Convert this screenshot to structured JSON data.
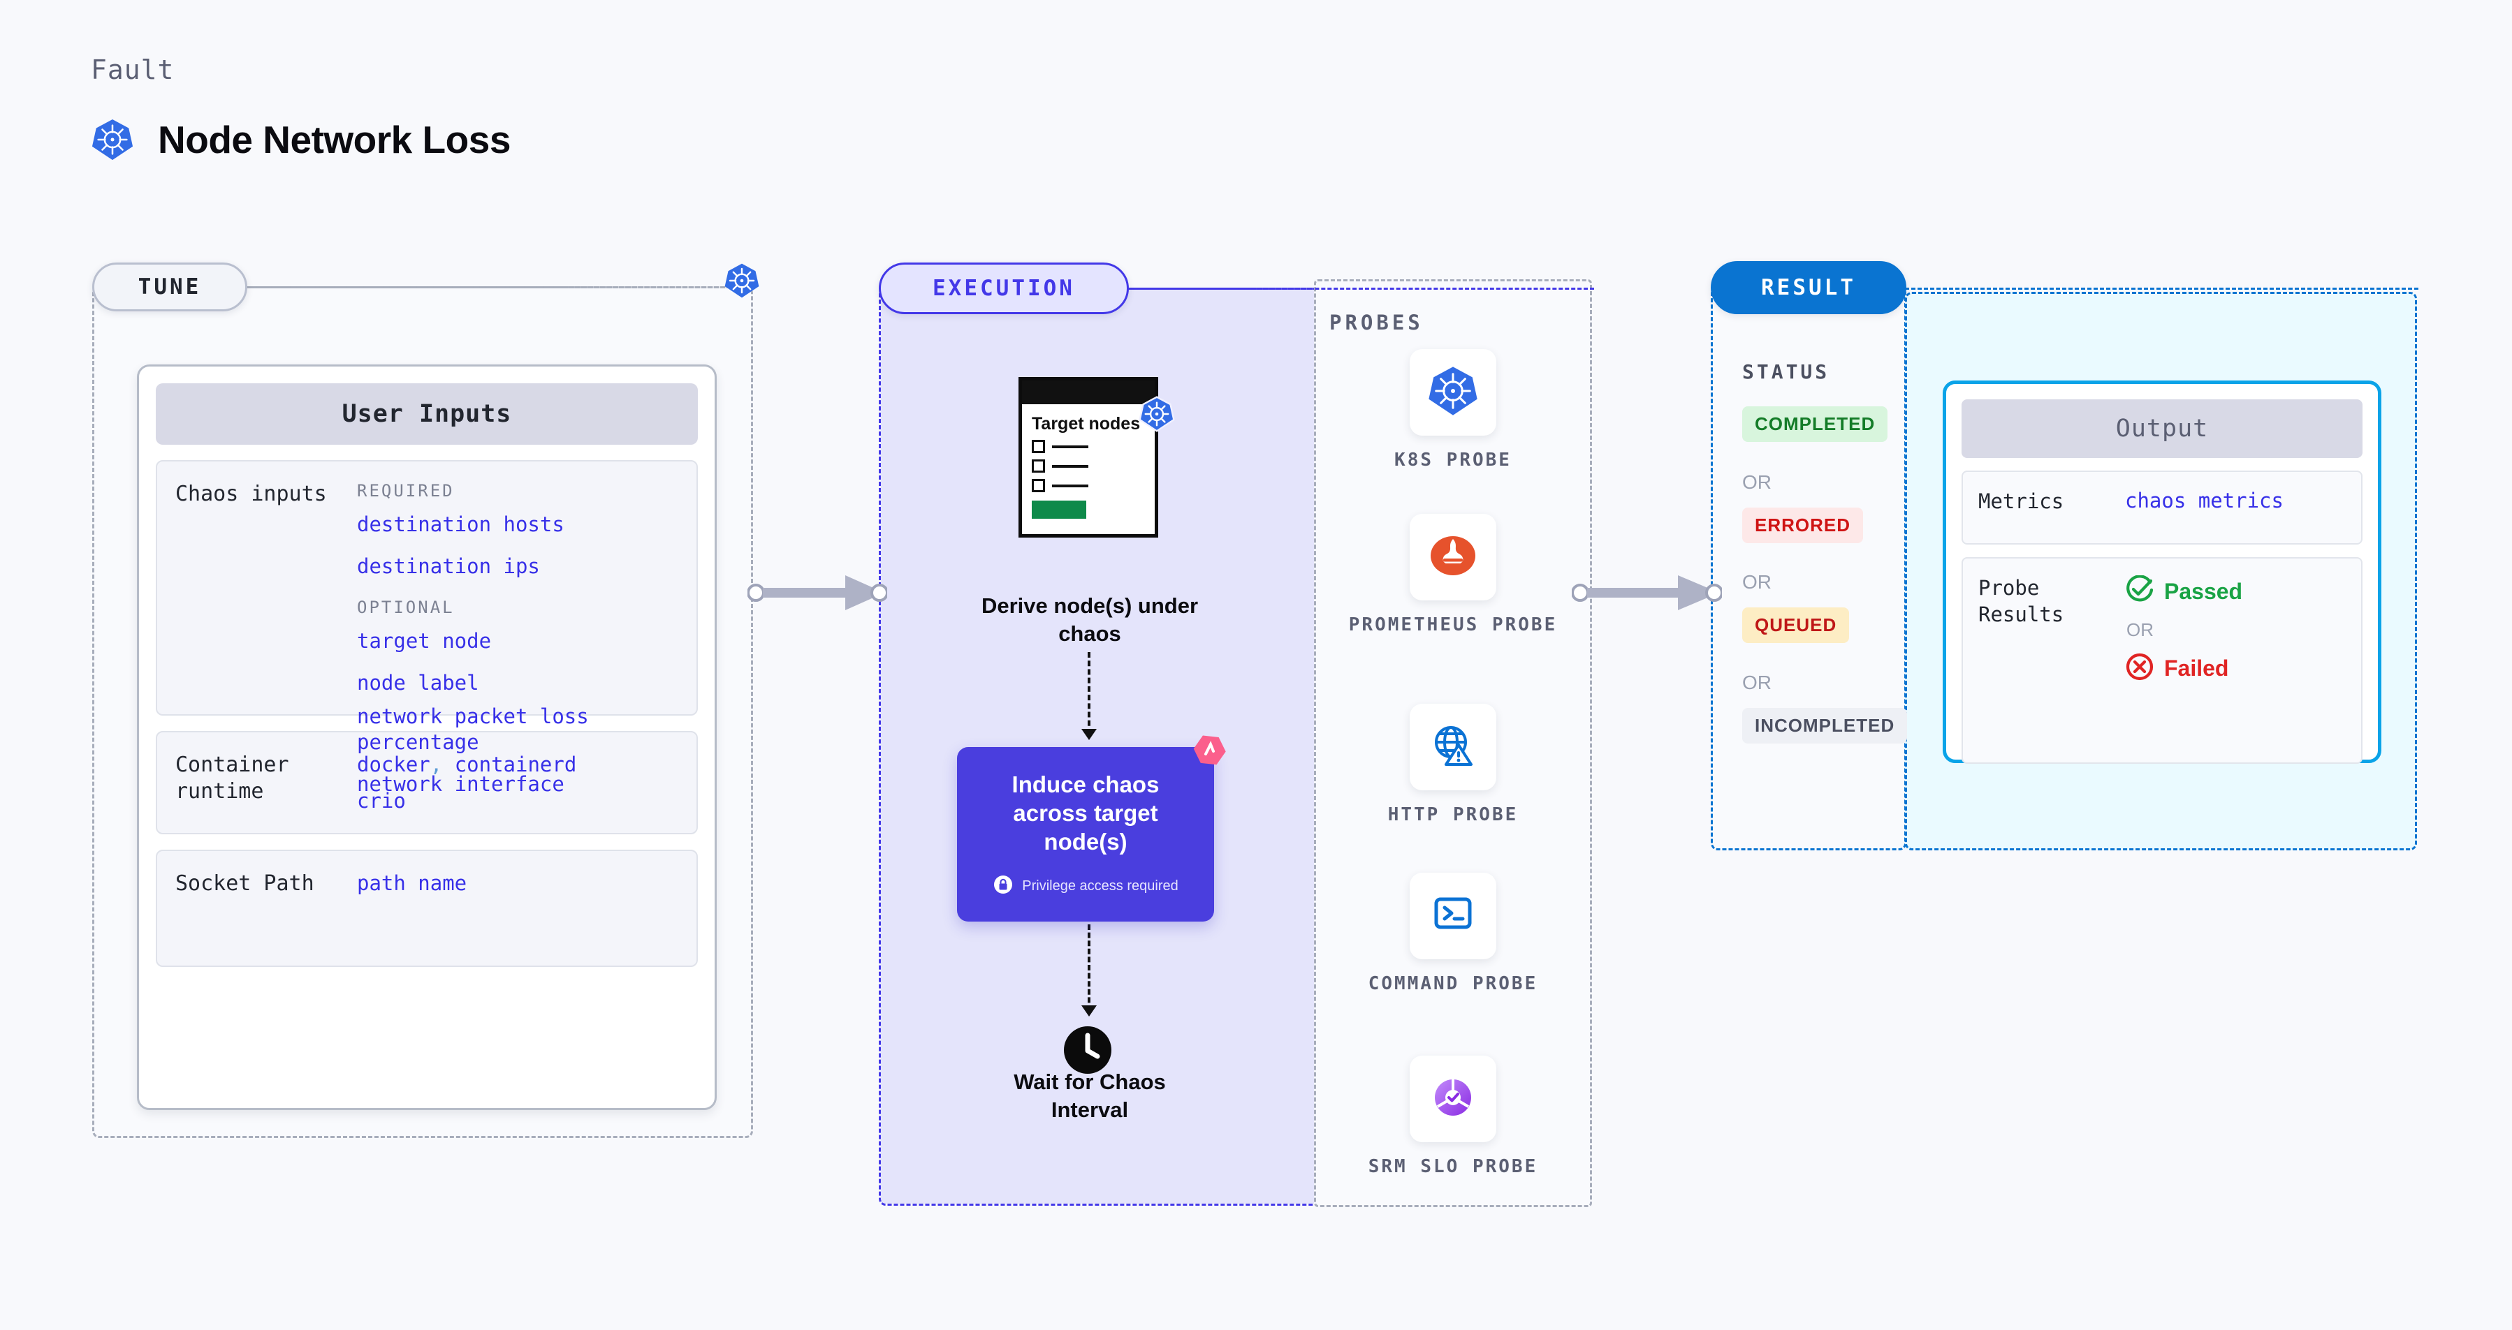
{
  "header": {
    "eyebrow": "Fault",
    "title": "Node Network Loss",
    "logo_icon": "kubernetes-icon"
  },
  "stages": {
    "tune": {
      "chip": "TUNE",
      "badge_icon": "kubernetes-icon"
    },
    "execution": {
      "chip": "EXECUTION"
    },
    "result": {
      "chip": "RESULT"
    }
  },
  "user_inputs": {
    "card_title": "User Inputs",
    "rows": [
      {
        "label": "Chaos inputs",
        "required_label": "REQUIRED",
        "required": [
          "destination hosts",
          "destination ips"
        ],
        "optional_label": "OPTIONAL",
        "optional": [
          "target node",
          "node label",
          "network packet loss percentage",
          "network interface"
        ]
      },
      {
        "label": "Container runtime",
        "values": [
          "docker",
          "containerd",
          "crio"
        ],
        "separator": ","
      },
      {
        "label": "Socket Path",
        "values": [
          "path name"
        ]
      }
    ]
  },
  "execution": {
    "node_card": {
      "title": "Target nodes",
      "badge_icon": "kubernetes-icon",
      "checklist_count": 3,
      "button_color": "#0e8a4a"
    },
    "step1_label": "Derive node(s) under chaos",
    "chaos_box": {
      "text": "Induce chaos across target node(s)",
      "privilege_note": "Privilege access required",
      "privilege_icon": "lock-icon",
      "corner_icon": "litmus-icon",
      "color": "#4a3ede"
    },
    "step3_label": "Wait for Chaos Interval",
    "clock_icon": "clock-icon"
  },
  "probes": {
    "title": "PROBES",
    "items": [
      {
        "name": "K8S PROBE",
        "icon": "kubernetes-icon"
      },
      {
        "name": "PROMETHEUS PROBE",
        "icon": "prometheus-icon"
      },
      {
        "name": "HTTP PROBE",
        "icon": "globe-warning-icon"
      },
      {
        "name": "COMMAND PROBE",
        "icon": "terminal-icon"
      },
      {
        "name": "SRM SLO PROBE",
        "icon": "srm-slo-icon"
      }
    ]
  },
  "result": {
    "status_title": "STATUS",
    "or_label": "OR",
    "statuses": [
      {
        "label": "COMPLETED",
        "color": "#147c28",
        "bg": "#d8f5dd"
      },
      {
        "label": "ERRORED",
        "color": "#cf1414",
        "bg": "#fde8e8"
      },
      {
        "label": "QUEUED",
        "color": "#bf1717",
        "bg": "#fdedc4"
      },
      {
        "label": "INCOMPLETED",
        "color": "#4b4f60",
        "bg": "#eef0f5"
      }
    ]
  },
  "output": {
    "card_title": "Output",
    "metrics_label": "Metrics",
    "metrics_value": "chaos metrics",
    "probe_results_label": "Probe Results",
    "passed_label": "Passed",
    "failed_label": "Failed",
    "or_label": "OR",
    "passed_icon": "check-circle-icon",
    "failed_icon": "x-circle-icon"
  },
  "colors": {
    "background": "#f8f9fc",
    "accent_purple": "#4338e8",
    "accent_blue": "#0a74d1",
    "accent_cyan": "#0aa3e8",
    "value_blue": "#3730e8",
    "k8s_blue": "#326ce5",
    "litmus_pink": "#fb5f8c"
  }
}
